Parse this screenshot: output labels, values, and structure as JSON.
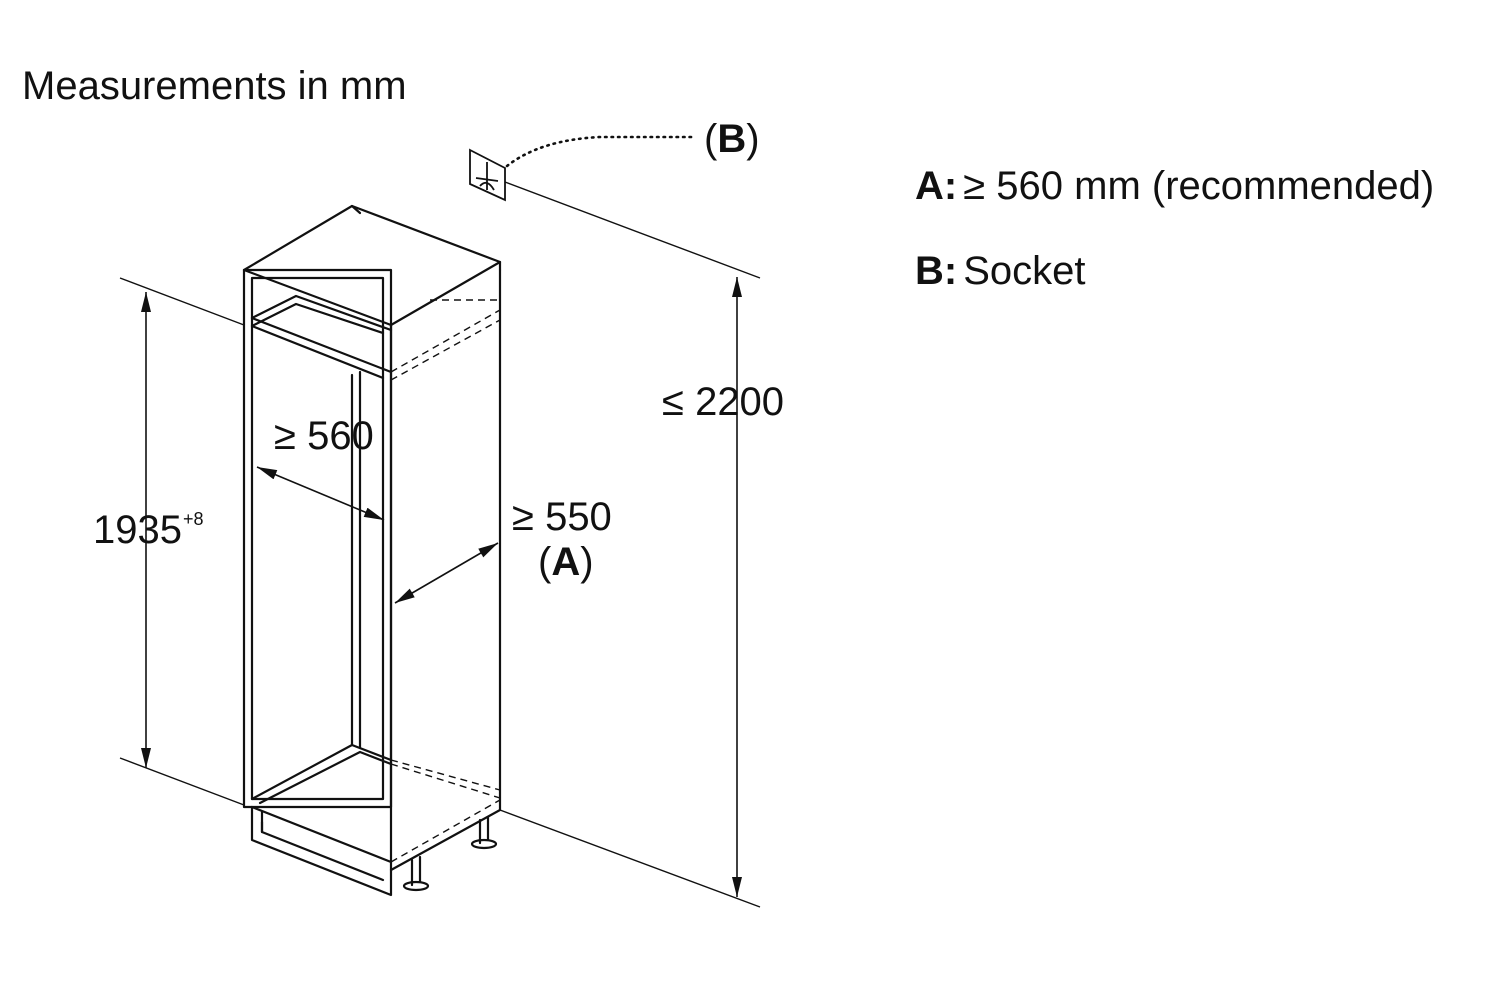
{
  "title": "Measurements in mm",
  "dimensions": {
    "height_niche": "1935",
    "height_niche_tolerance": "+8",
    "width_niche": "≥ 560",
    "depth_niche": "≥ 550",
    "depth_label": "A",
    "max_height": "≤ 2200",
    "socket_label": "B"
  },
  "legend": [
    {
      "key": "A:",
      "text": "≥ 560 mm (recommended)"
    },
    {
      "key": "B:",
      "text": "Socket"
    }
  ]
}
